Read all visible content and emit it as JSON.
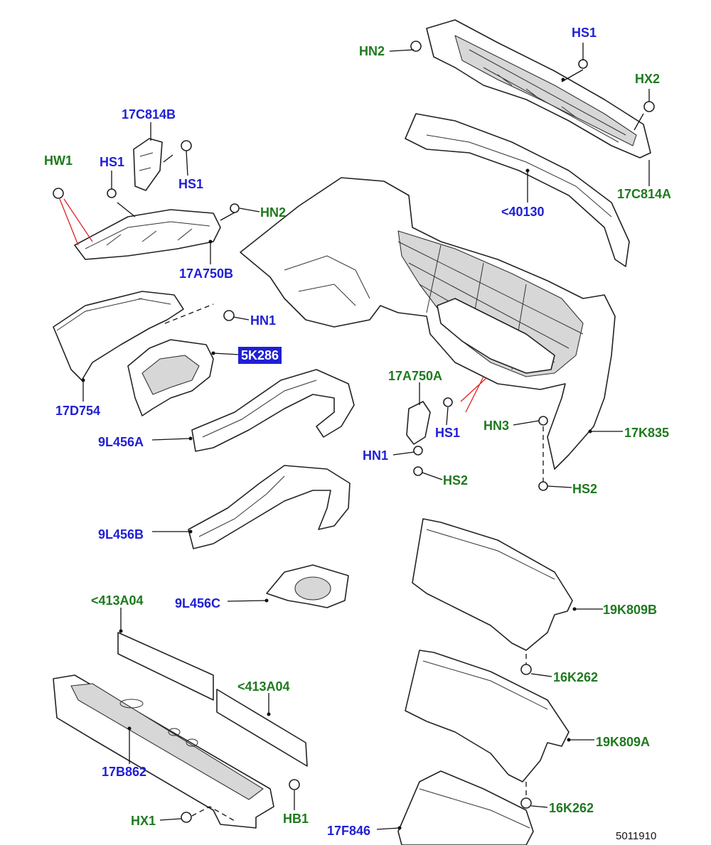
{
  "figure_number": "5011910",
  "labels": [
    {
      "id": "hn2-top",
      "text": "HN2",
      "color": "green"
    },
    {
      "id": "hs1-top",
      "text": "HS1",
      "color": "blue"
    },
    {
      "id": "hx2",
      "text": "HX2",
      "color": "green"
    },
    {
      "id": "17c814a",
      "text": "17C814A",
      "color": "green"
    },
    {
      "id": "40130",
      "text": "<40130",
      "color": "blue"
    },
    {
      "id": "17c814b",
      "text": "17C814B",
      "color": "blue"
    },
    {
      "id": "hw1",
      "text": "HW1",
      "color": "green"
    },
    {
      "id": "hs1-left",
      "text": "HS1",
      "color": "blue"
    },
    {
      "id": "hs1-right",
      "text": "HS1",
      "color": "blue"
    },
    {
      "id": "hn2-mid",
      "text": "HN2",
      "color": "green"
    },
    {
      "id": "17a750b",
      "text": "17A750B",
      "color": "blue"
    },
    {
      "id": "hn1-top",
      "text": "HN1",
      "color": "blue"
    },
    {
      "id": "5k286",
      "text": "5K286",
      "color": "blue",
      "selected": true
    },
    {
      "id": "17d754",
      "text": "17D754",
      "color": "blue"
    },
    {
      "id": "17a750a",
      "text": "17A750A",
      "color": "green"
    },
    {
      "id": "hs1-mid",
      "text": "HS1",
      "color": "blue"
    },
    {
      "id": "hn3",
      "text": "HN3",
      "color": "green"
    },
    {
      "id": "17k835",
      "text": "17K835",
      "color": "green"
    },
    {
      "id": "9l456a",
      "text": "9L456A",
      "color": "blue"
    },
    {
      "id": "hn1-mid",
      "text": "HN1",
      "color": "blue"
    },
    {
      "id": "hs2-mid",
      "text": "HS2",
      "color": "green"
    },
    {
      "id": "hs2-right",
      "text": "HS2",
      "color": "green"
    },
    {
      "id": "9l456b",
      "text": "9L456B",
      "color": "blue"
    },
    {
      "id": "413a04-top",
      "text": "<413A04",
      "color": "green"
    },
    {
      "id": "9l456c",
      "text": "9L456C",
      "color": "blue"
    },
    {
      "id": "19k809b",
      "text": "19K809B",
      "color": "green"
    },
    {
      "id": "16k262-top",
      "text": "16K262",
      "color": "green"
    },
    {
      "id": "413a04-mid",
      "text": "<413A04",
      "color": "green"
    },
    {
      "id": "19k809a",
      "text": "19K809A",
      "color": "green"
    },
    {
      "id": "17b862",
      "text": "17B862",
      "color": "blue"
    },
    {
      "id": "16k262-bot",
      "text": "16K262",
      "color": "green"
    },
    {
      "id": "hx1",
      "text": "HX1",
      "color": "green"
    },
    {
      "id": "hb1",
      "text": "HB1",
      "color": "green"
    },
    {
      "id": "17f846",
      "text": "17F846",
      "color": "blue"
    }
  ]
}
